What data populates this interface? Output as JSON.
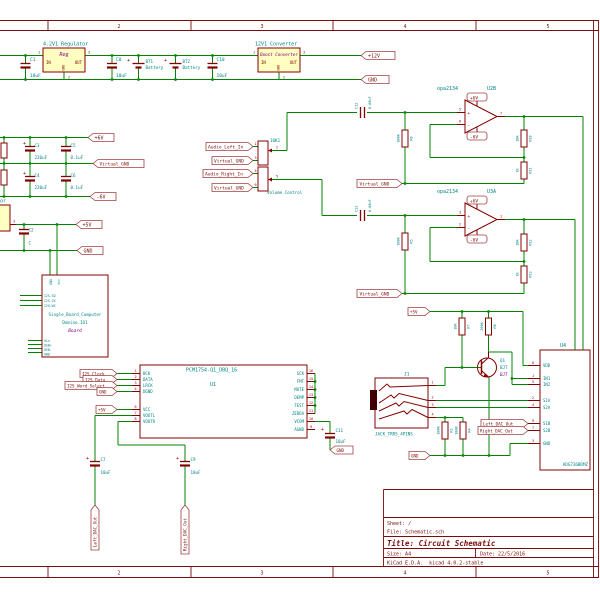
{
  "glyphs": {
    "plus": "+"
  },
  "colors": {
    "wire_green": "#008400",
    "symbol_red": "#840000",
    "field_teal": "#008484",
    "value_purple": "#840084",
    "label_maroon": "#7a0c0c",
    "body_fill": "#ffffc2"
  },
  "border": {
    "cols": [
      "2",
      "3",
      "4",
      "5"
    ]
  },
  "title_block": {
    "sheet": "Sheet: /",
    "file": "File: Schematic.sch",
    "title": "Title: Circuit Schematic",
    "size": "Size: A4",
    "date": "Date: 22/5/2016",
    "app": "KiCad E.D.A.  kicad 4.0.2-stable"
  },
  "pw": {
    "c1_ref": "C1",
    "c1_val": "10uF",
    "reg_name": "4.2V1 Regulator",
    "reg_inner": "Reg",
    "reg_in": "IN",
    "reg_out": "OUT",
    "reg_gnd": "GND",
    "reg_p1": "1",
    "reg_p2": "2",
    "reg_p3": "3",
    "c8_ref": "C8",
    "c8_val": "10uF",
    "bt1_ref": "BT1",
    "bt1_val": "Battery",
    "bt2_ref": "BT2",
    "bt2_val": "Battery",
    "c10_ref": "C10",
    "c10_val": "10uF",
    "conv_name": "12V1 Converter",
    "conv_inner": "Boost Converter",
    "conv_in": "IN",
    "conv_out": "OUT",
    "conv_gnd": "GND",
    "conv_p1": "1",
    "conv_p2": "2",
    "conv_p3": "3",
    "lbl_12v": "+12V",
    "lbl_gnd": "GND"
  },
  "r6": {
    "c3_ref": "C3",
    "c3_val": "220uF",
    "c5_ref": "C5",
    "c5_val": "0.1uF",
    "c4_ref": "C4",
    "c4_val": "220uF",
    "c6_ref": "C6",
    "c6_val": "0.1uF",
    "lbl_p6": "+6V",
    "lbl_vgnd": "Virtual_GND",
    "lbl_m6": "-6V"
  },
  "r5": {
    "frag": "or",
    "p3": "3",
    "c2_ref": "C2",
    "c2_val": "C",
    "lbl_5v": "+5V",
    "lbl_gnd": "GND"
  },
  "sbc": {
    "line1": "Single_Board_Computer",
    "line2": "Domino.IO1",
    "line3": "Board",
    "pin_gnd": "GND",
    "pin_vcc": "Vcc",
    "left": [
      "I2S-SD",
      "I2S-CK",
      "I2S-WS"
    ],
    "bottom": [
      "Vin",
      "USB+",
      "USB-",
      "GND"
    ]
  },
  "au": {
    "lbl_left": "Audio_Left_In",
    "lbl_vg1": "Virtual_GND",
    "lbl_right": "Audio_Right_In",
    "lbl_vg2": "Virtual_GND",
    "pot_ref": "10K1",
    "pot_val": "Volume Control",
    "p1": "1",
    "p2": "2",
    "p3": "3",
    "p4": "4",
    "p5": "5",
    "p6": "6"
  },
  "a1": {
    "name": "opa2134",
    "ref": "U2B",
    "vp": "+6V",
    "vm": "-6V",
    "plus": "+",
    "minus": "-",
    "pp": "5",
    "pm": "6",
    "po": "7",
    "c_ref": "C12",
    "c_val": "0.68uF",
    "rin_ref": "R6",
    "rin_val": "100K",
    "rfb_ref": "R10",
    "rfb_val": "10K",
    "rg_ref": "R11",
    "rg_val": "1K",
    "vgnd": "Virtual_GND"
  },
  "a2": {
    "name": "opa2134",
    "ref": "U3A",
    "vp": "+6V",
    "vm": "-6V",
    "plus": "+",
    "minus": "-",
    "pp": "3",
    "pm": "2",
    "po": "1",
    "c_ref": "C13",
    "c_val": "0.68uF",
    "rin_ref": "R5",
    "rin_val": "100K",
    "rfb_ref": "R12",
    "rfb_val": "10K",
    "rg_ref": "R13",
    "rg_val": "1K",
    "vgnd": "Virtual_GND"
  },
  "i2s": {
    "clock": "I2S_Clock",
    "data": "I2S_Data",
    "ws": "I2S_Word_Select",
    "gnd": "GND",
    "v5": "+5V"
  },
  "dac": {
    "name": "PCM1754-Q1_DBQ_16",
    "ref": "U1",
    "left": [
      {
        "n": "1",
        "nm": "BCK"
      },
      {
        "n": "2",
        "nm": "DATA"
      },
      {
        "n": "3",
        "nm": "LRCK"
      },
      {
        "n": "4",
        "nm": "DGND"
      },
      {
        "n": "6",
        "nm": "VCC"
      },
      {
        "n": "7",
        "nm": "VOUTL"
      },
      {
        "n": "8",
        "nm": "VOUTR"
      }
    ],
    "right": [
      {
        "n": "16",
        "nm": "SCK"
      },
      {
        "n": "15",
        "nm": "FMT"
      },
      {
        "n": "14",
        "nm": "MUTE"
      },
      {
        "n": "13",
        "nm": "DEMP"
      },
      {
        "n": "12",
        "nm": "TEST"
      },
      {
        "n": "11",
        "nm": "ZEROA"
      },
      {
        "n": "10",
        "nm": "VCOM"
      },
      {
        "n": "9",
        "nm": "AGND"
      }
    ],
    "c11_ref": "C11",
    "c11_val": "10uF",
    "lbl_gnd": "GND",
    "c7_ref": "C7",
    "c7_val": "10uF",
    "c9_ref": "C9",
    "c9_val": "10uF",
    "lbl_lout": "Left_DAC_Out",
    "lbl_rout": "Right_DAC_Out"
  },
  "det": {
    "lbl_5v": "+5V",
    "r7_ref": "R7",
    "r7_val": "10K",
    "r8_ref": "R8",
    "r8_val": "200K",
    "q_ref": "Q1",
    "q_val": "BJT",
    "q_name": "BJT",
    "j_ref": "J1",
    "j_val": "JACK_TRRS_4PINS",
    "p1": "1",
    "p2": "2",
    "p3": "3",
    "p4": "4",
    "r3_ref": "R3",
    "r3_val": "100K",
    "r4_ref": "R4",
    "r4_val": "100K",
    "lbl_gnd": "GND",
    "lbl_lout": "Left_DAC_Out",
    "lbl_rout": "Right_DAC_Out"
  },
  "mux": {
    "ref": "U4",
    "name": "ADG736BRMZ",
    "pins": [
      {
        "n": "8",
        "nm": "VDD"
      },
      {
        "n": "1",
        "nm": "IN1"
      },
      {
        "n": "5",
        "nm": "IN2"
      },
      {
        "n": "2",
        "nm": "S1A"
      },
      {
        "n": "4",
        "nm": "S2A"
      },
      {
        "n": "9",
        "nm": "S1B"
      },
      {
        "n": "7",
        "nm": "S2B"
      },
      {
        "n": "3",
        "nm": "GND"
      }
    ]
  }
}
